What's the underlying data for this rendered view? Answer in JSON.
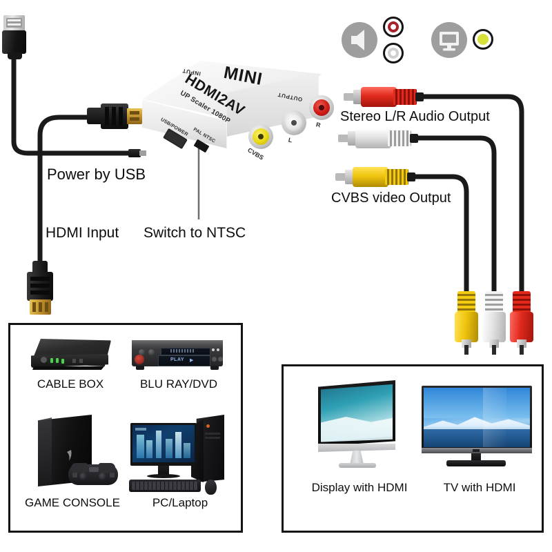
{
  "product": {
    "device_name": "HDMI2AV",
    "brand_mark": "MINI",
    "subtitle": "UP Scaler 1080P",
    "input_label": "INPUT",
    "output_label": "OUTPUT",
    "usb_power_label": "USB/POWER",
    "switch_label": "PAL NTSC",
    "jacks": [
      {
        "id": "cvbs",
        "label": "CVBS",
        "color": "#f2e21c"
      },
      {
        "id": "left",
        "label": "L",
        "color": "#f2f2f2"
      },
      {
        "id": "right",
        "label": "R",
        "color": "#d81f1f"
      }
    ]
  },
  "callouts": {
    "power_by_usb": "Power by USB",
    "hdmi_input": "HDMI Input",
    "switch_to_ntsc": "Switch to NTSC",
    "stereo_audio_output": "Stereo L/R Audio Output",
    "cvbs_video_output": "CVBS video Output"
  },
  "signal_icons": {
    "audio": {
      "name": "speaker-icon",
      "disc_color": "#9e9e9e"
    },
    "audio_rca": [
      {
        "name": "rca-red-icon",
        "color": "#a8222b"
      },
      {
        "name": "rca-white-icon",
        "color": "#cfcfcf"
      }
    ],
    "video": {
      "name": "monitor-icon",
      "disc_color": "#9e9e9e"
    },
    "video_rca": [
      {
        "name": "rca-yellow-icon",
        "color": "#d8e03a"
      }
    ]
  },
  "rca_plugs": [
    {
      "name": "rca-plug-yellow",
      "color": "#f5cf13"
    },
    {
      "name": "rca-plug-white",
      "color": "#ececec"
    },
    {
      "name": "rca-plug-red",
      "color": "#e3271f"
    }
  ],
  "sources_panel": {
    "items": [
      {
        "id": "cable-box",
        "label": "CABLE BOX"
      },
      {
        "id": "blu-ray-dvd",
        "label": "BLU RAY/DVD",
        "display_text": "PLAY"
      },
      {
        "id": "game-console",
        "label": "GAME CONSOLE"
      },
      {
        "id": "pc-laptop",
        "label": "PC/Laptop"
      }
    ]
  },
  "displays_panel": {
    "items": [
      {
        "id": "display-hdmi",
        "label": "Display with HDMI"
      },
      {
        "id": "tv-hdmi",
        "label": "TV with HDMI"
      }
    ]
  },
  "colors": {
    "cable_black": "#1a1a1a",
    "frame_border": "#121212",
    "yellow": "#f5cf13",
    "white_rca": "#ececec",
    "red": "#e3271f",
    "background": "#ffffff"
  }
}
